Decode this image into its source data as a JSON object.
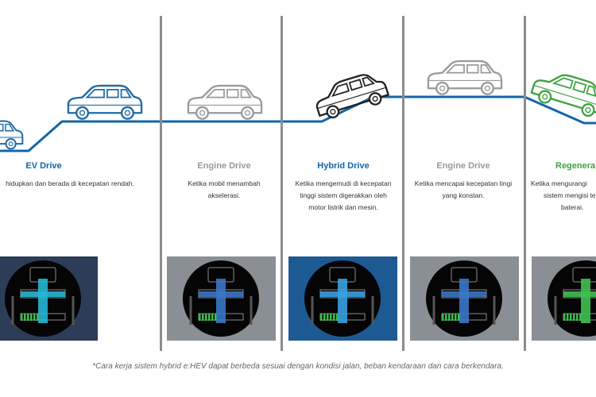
{
  "colors": {
    "accent_blue": "#1565a8",
    "regen_green": "#3fa23f",
    "inactive_gray": "#9a9a9a",
    "divider": "#8c8c8c"
  },
  "modes": [
    {
      "label": "EV Drive",
      "description_lines": [
        "hidupkan dan berada di kecepatan rendah."
      ],
      "state": "active-blue",
      "car_icon": "suv-outline-icon"
    },
    {
      "label": "Engine Drive",
      "description_lines": [
        "Ketika mobil menambah",
        "akselerasi."
      ],
      "state": "inactive",
      "car_icon": "suv-outline-icon"
    },
    {
      "label": "Hybrid Drive",
      "description_lines": [
        "Ketika mengemudi di kecepatan",
        "tinggi sistem digerakkan oleh",
        "motor listrik dan mesin."
      ],
      "state": "active-dark",
      "car_icon": "suv-outline-icon"
    },
    {
      "label": "Engine Drive",
      "description_lines": [
        "Ketika mencapai kecepatan tingi",
        "yang konstan."
      ],
      "state": "inactive",
      "car_icon": "suv-outline-icon"
    },
    {
      "label": "Regenera",
      "description_lines": [
        "Ketika mengurangi",
        "sistem mengisi tena",
        "baterai."
      ],
      "state": "active-green",
      "car_icon": "suv-outline-icon"
    }
  ],
  "footnote": "*Cara kerja sistem hybrid e:HEV dapat berbeda sesuai dengan kondisi jalan, beban kendaraan dan cara berkendara."
}
